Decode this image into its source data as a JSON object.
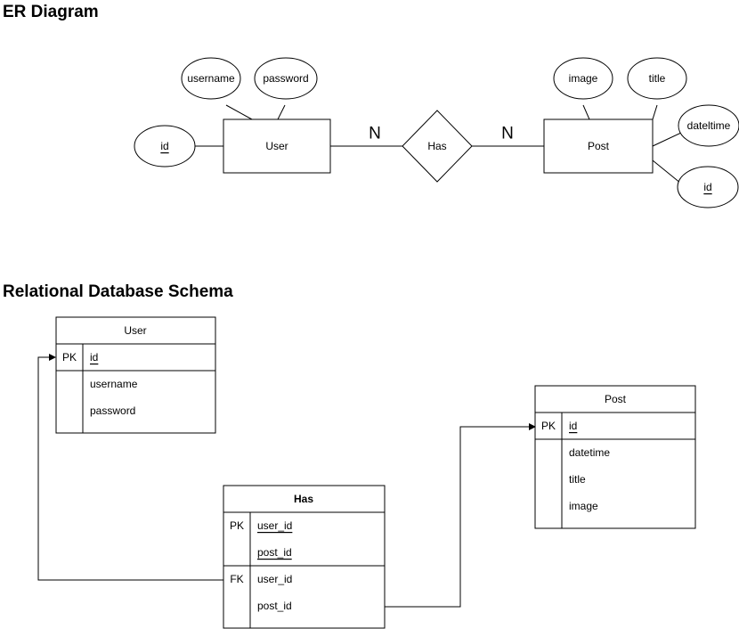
{
  "er_diagram": {
    "title": "ER Diagram",
    "entities": {
      "user": "User",
      "post": "Post"
    },
    "relationship": "Has",
    "cardinality_left": "N",
    "cardinality_right": "N",
    "user_attributes": {
      "username": "username",
      "password": "password",
      "id": "id"
    },
    "post_attributes": {
      "image": "image",
      "title": "title",
      "datetime": "dateltime",
      "id": "id"
    }
  },
  "schema": {
    "title": "Relational Database Schema",
    "user_table": {
      "name": "User",
      "pk_label": "PK",
      "pk_field": "id",
      "fields": [
        "username",
        "password"
      ]
    },
    "post_table": {
      "name": "Post",
      "pk_label": "PK",
      "pk_field": "id",
      "fields": [
        "datetime",
        "title",
        "image"
      ]
    },
    "has_table": {
      "name": "Has",
      "pk_label": "PK",
      "pk_fields": [
        "user_id",
        "post_id"
      ],
      "fk_label": "FK",
      "fk_fields": [
        "user_id",
        "post_id"
      ]
    }
  }
}
